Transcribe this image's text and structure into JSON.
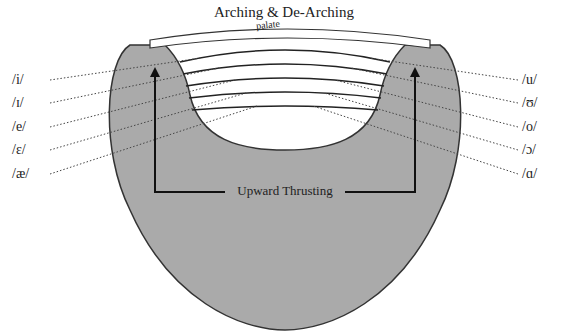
{
  "diagram": {
    "title": "Arching & De-Arching",
    "labels": [
      "palate",
      "/i/",
      "/ɪ/",
      "/e/",
      "/ɛ/",
      "/æ/",
      "/u/",
      "/ʊ/",
      "/o/",
      "/ɔ/",
      "/ɑ/",
      "Upward Thrusting"
    ]
  }
}
